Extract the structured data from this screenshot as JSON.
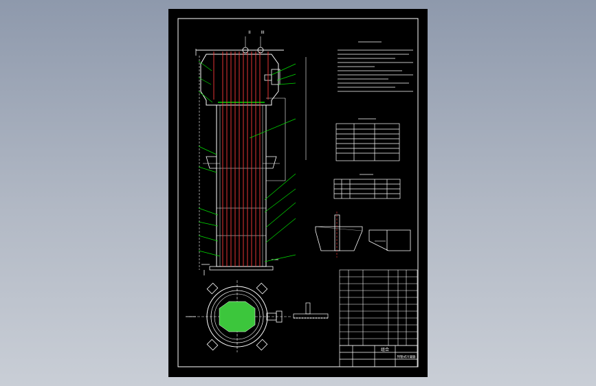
{
  "drawing": {
    "section_labels": [
      "II",
      "III"
    ],
    "title_block": {
      "assembly_label": "组合",
      "drawing_name": "列管式冷凝器"
    },
    "colors": {
      "frame": "#ffffff",
      "tubes": "#ff3a3a",
      "leaders": "#00e000",
      "tube_bundle": "#3cc63c",
      "hatch": "#cccccc",
      "background": "#000000"
    },
    "icons": [
      "cad-drawing-sheet"
    ]
  }
}
